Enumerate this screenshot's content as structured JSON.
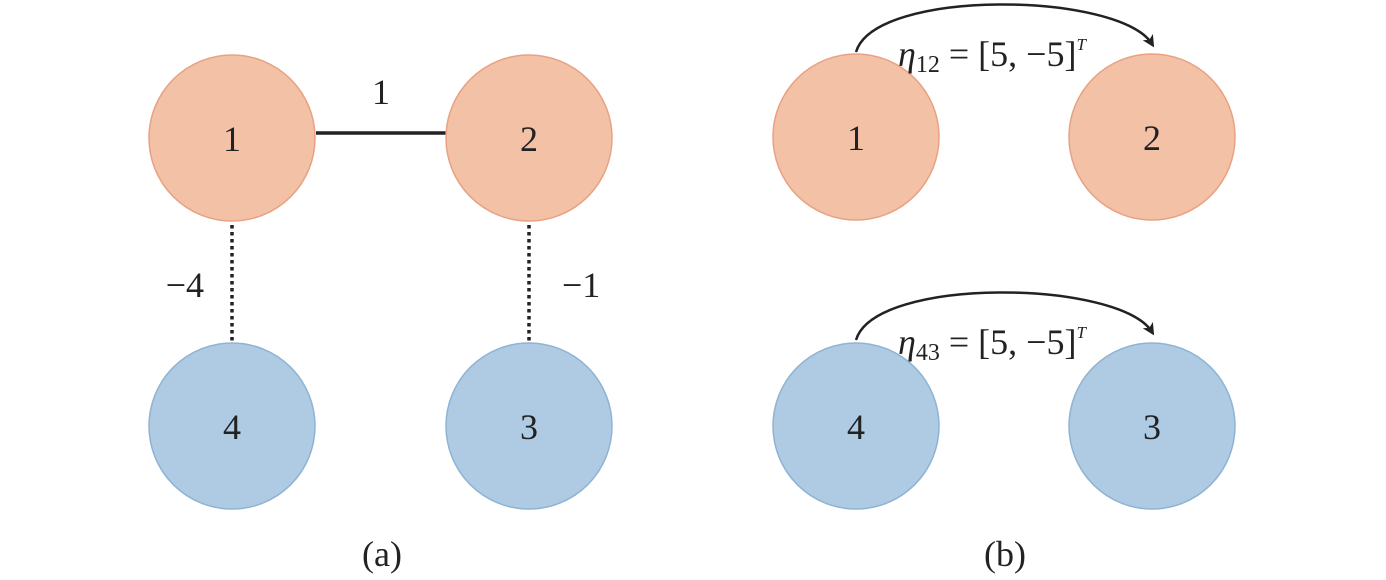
{
  "panel_a": {
    "caption": "(a)",
    "nodes": [
      {
        "id": "1",
        "label": "1",
        "color": "#f3c1a6"
      },
      {
        "id": "2",
        "label": "2",
        "color": "#f3c1a6"
      },
      {
        "id": "3",
        "label": "3",
        "color": "#afcbe3"
      },
      {
        "id": "4",
        "label": "4",
        "color": "#afcbe3"
      }
    ],
    "edges": [
      {
        "from": "1",
        "to": "2",
        "weight": "1",
        "style": "solid"
      },
      {
        "from": "1",
        "to": "4",
        "weight": "−4",
        "style": "dotted"
      },
      {
        "from": "2",
        "to": "3",
        "weight": "−1",
        "style": "dotted"
      }
    ]
  },
  "panel_b": {
    "caption": "(b)",
    "nodes": [
      {
        "id": "1",
        "label": "1",
        "color": "#f3c1a6"
      },
      {
        "id": "2",
        "label": "2",
        "color": "#f3c1a6"
      },
      {
        "id": "4",
        "label": "4",
        "color": "#afcbe3"
      },
      {
        "id": "3",
        "label": "3",
        "color": "#afcbe3"
      }
    ],
    "arrows": [
      {
        "from": "1",
        "to": "2",
        "symbol": "η",
        "subscript": "12",
        "equation": " = [5, −5]",
        "superscript": "T"
      },
      {
        "from": "4",
        "to": "3",
        "symbol": "η",
        "subscript": "43",
        "equation": " = [5, −5]",
        "superscript": "T"
      }
    ]
  },
  "colors": {
    "orange_fill": "#f3c1a6",
    "orange_stroke": "#e8a283",
    "blue_fill": "#afcbe3",
    "blue_stroke": "#8fb3d3",
    "line": "#222222"
  }
}
